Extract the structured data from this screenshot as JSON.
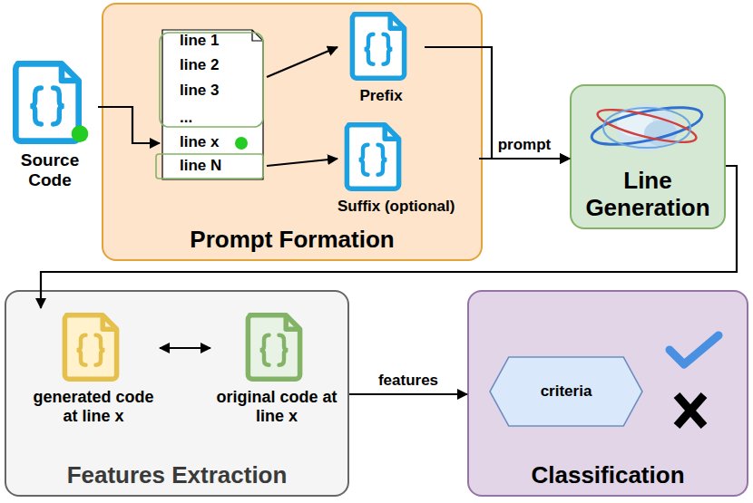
{
  "diagram": {
    "nodes": [
      {
        "text": [
          "Source Code"
        ]
      },
      {
        "text": [
          "Prompt Formation"
        ]
      },
      {
        "text": [
          "line 1",
          "line 2",
          "line 3",
          "...",
          "line x",
          "line N"
        ],
        "in": 1
      },
      {
        "text": [
          "Prefix"
        ],
        "in": 1
      },
      {
        "text": [
          "Suffix (optional)"
        ],
        "in": 1
      },
      {
        "text": [
          "Line Generation"
        ]
      },
      {
        "text": [
          "Features Extraction"
        ]
      },
      {
        "text": [
          "generated code at line x"
        ],
        "in": 6
      },
      {
        "text": [
          "original code at line x"
        ],
        "in": 6
      },
      {
        "text": [
          "Classification"
        ]
      },
      {
        "text": [
          "criteria"
        ],
        "in": 9
      }
    ],
    "edges": [
      {
        "from": 0,
        "to": 2,
        "arrow": "to"
      },
      {
        "from": 2,
        "to": 3,
        "arrow": "to"
      },
      {
        "from": 2,
        "to": 4,
        "arrow": "to"
      },
      {
        "from": 3,
        "to": 5,
        "arrow": "to"
      },
      {
        "from": 4,
        "to": 5,
        "label": "prompt",
        "arrow": "to"
      },
      {
        "from": 5,
        "to": 7,
        "arrow": "to"
      },
      {
        "from": 7,
        "to": 8,
        "arrow": "both"
      },
      {
        "from": 6,
        "to": 9,
        "label": "features",
        "arrow": "to"
      }
    ]
  }
}
